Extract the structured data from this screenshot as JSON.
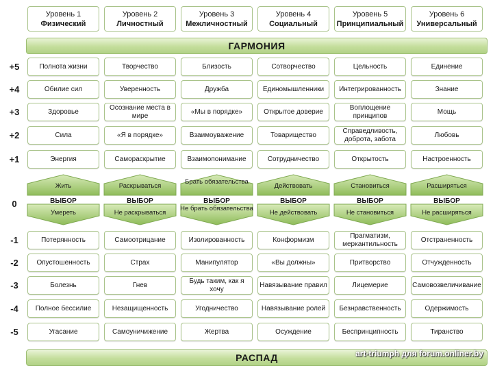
{
  "levels": [
    {
      "level": "Уровень 1",
      "name": "Физический"
    },
    {
      "level": "Уровень 2",
      "name": "Личностный"
    },
    {
      "level": "Уровень 3",
      "name": "Межличностный"
    },
    {
      "level": "Уровень 4",
      "name": "Социальный"
    },
    {
      "level": "Уровень 5",
      "name": "Принципиальный"
    },
    {
      "level": "Уровень 6",
      "name": "Универсальный"
    }
  ],
  "harmony": "ГАРМОНИЯ",
  "decay": "РАСПАД",
  "positive_rows": [
    {
      "label": "+5",
      "cells": [
        "Полнота жизни",
        "Творчество",
        "Близость",
        "Сотворчество",
        "Цельность",
        "Единение"
      ]
    },
    {
      "label": "+4",
      "cells": [
        "Обилие сил",
        "Уверенность",
        "Дружба",
        "Единомышленники",
        "Интегрированность",
        "Знание"
      ]
    },
    {
      "label": "+3",
      "cells": [
        "Здоровье",
        "Осознание места в мире",
        "«Мы в порядке»",
        "Открытое доверие",
        "Воплощение принципов",
        "Мощь"
      ]
    },
    {
      "label": "+2",
      "cells": [
        "Сила",
        "«Я в порядке»",
        "Взаимоуважение",
        "Товарищество",
        "Справедливость, доброта, забота",
        "Любовь"
      ]
    },
    {
      "label": "+1",
      "cells": [
        "Энергия",
        "Самораскрытие",
        "Взаимопонимание",
        "Сотрудничество",
        "Открытость",
        "Настроенность"
      ]
    }
  ],
  "zero_label": "0",
  "choice_label": "ВЫБОР",
  "up_choices": [
    "Жить",
    "Раскрываться",
    "Брать обязательства",
    "Действовать",
    "Становиться",
    "Расширяться"
  ],
  "down_choices": [
    "Умереть",
    "Не раскрываться",
    "Не брать обязательства",
    "Не действовать",
    "Не становиться",
    "Не расширяться"
  ],
  "negative_rows": [
    {
      "label": "-1",
      "cells": [
        "Потерянность",
        "Самоотрицание",
        "Изолированность",
        "Конформизм",
        "Прагматизм, меркантильность",
        "Отстраненность"
      ]
    },
    {
      "label": "-2",
      "cells": [
        "Опустошенность",
        "Страх",
        "Манипулятор",
        "«Вы должны»",
        "Притворство",
        "Отчужденность"
      ]
    },
    {
      "label": "-3",
      "cells": [
        "Болезнь",
        "Гнев",
        "Будь таким, как я хочу",
        "Навязывание правил",
        "Лицемерие",
        "Самовозвеличивание"
      ]
    },
    {
      "label": "-4",
      "cells": [
        "Полное бессилие",
        "Незащищенность",
        "Угодничество",
        "Навязывание ролей",
        "Безнравственность",
        "Одержимость"
      ]
    },
    {
      "label": "-5",
      "cells": [
        "Угасание",
        "Самоуничижение",
        "Жертва",
        "Осуждение",
        "Беспринципность",
        "Тиранство"
      ]
    }
  ],
  "watermark": "art-triumph для forum.onliner.by",
  "colors": {
    "border": "#a9c38a",
    "band_light": "#e8f3d6",
    "band_dark": "#b1d287",
    "arrow": "#8fbc5a"
  }
}
